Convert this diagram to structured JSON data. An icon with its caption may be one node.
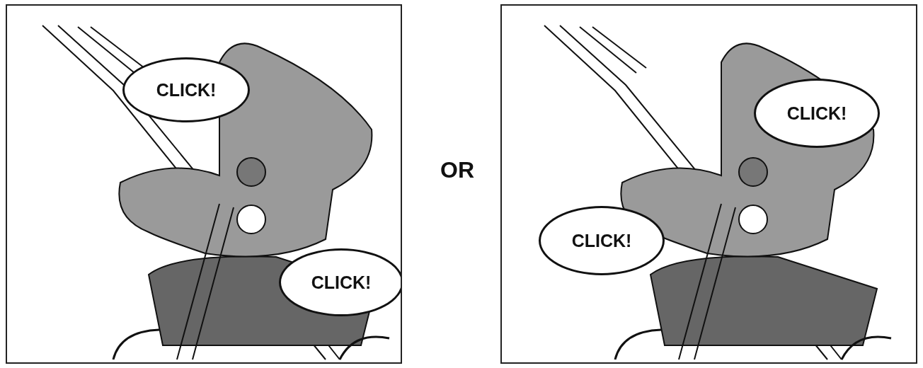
{
  "diagram": {
    "nodes": [
      {
        "text": [],
        "shape": "picture"
      },
      {
        "text": [
          "CLICK!"
        ],
        "in": 0
      },
      {
        "text": [
          "CLICK!"
        ],
        "in": 0
      },
      {
        "text": [],
        "shape": "picture"
      },
      {
        "text": [
          "CLICK!"
        ],
        "in": 3
      },
      {
        "text": [
          "CLICK!"
        ],
        "in": 3
      }
    ],
    "edges": [],
    "labels": [
      "OR"
    ]
  }
}
